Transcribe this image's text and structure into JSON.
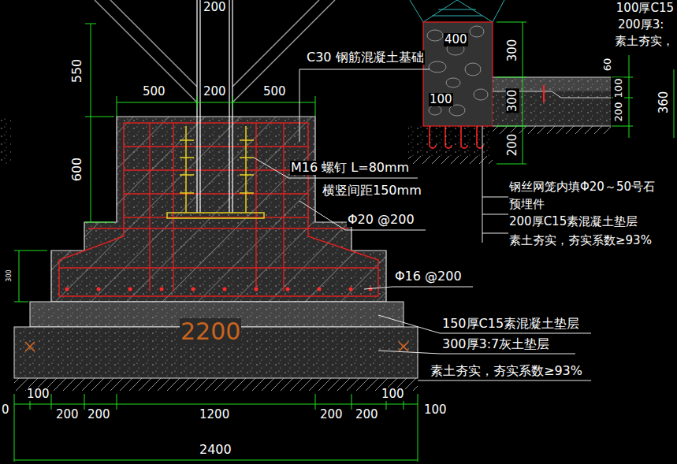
{
  "diagram": {
    "labels": [
      "200",
      "100厚C15",
      "200厚3:",
      "素土夯实，",
      "550",
      "C30 钢筋混凝土基础",
      "400",
      "300",
      "60",
      "500",
      "200",
      "500",
      "100",
      "300",
      "100",
      "360",
      "200",
      "200",
      "600",
      "M16 螺钉 L=80mm",
      "横竖间距150mm",
      "Φ20 @200",
      "钢丝网笼内填Φ20～50号石",
      "预埋件",
      "200厚C15素混凝土垫层",
      "素土夯实，夯实系数≥93%",
      "300",
      "Φ16 @200",
      "2200",
      "150厚C15素混凝土垫层",
      "300厚3:7灰土垫层",
      "素土夯实，夯实系数≥93%",
      "100",
      "100",
      "200",
      "200",
      "1200",
      "200",
      "200",
      "100",
      "0",
      "2400"
    ]
  }
}
